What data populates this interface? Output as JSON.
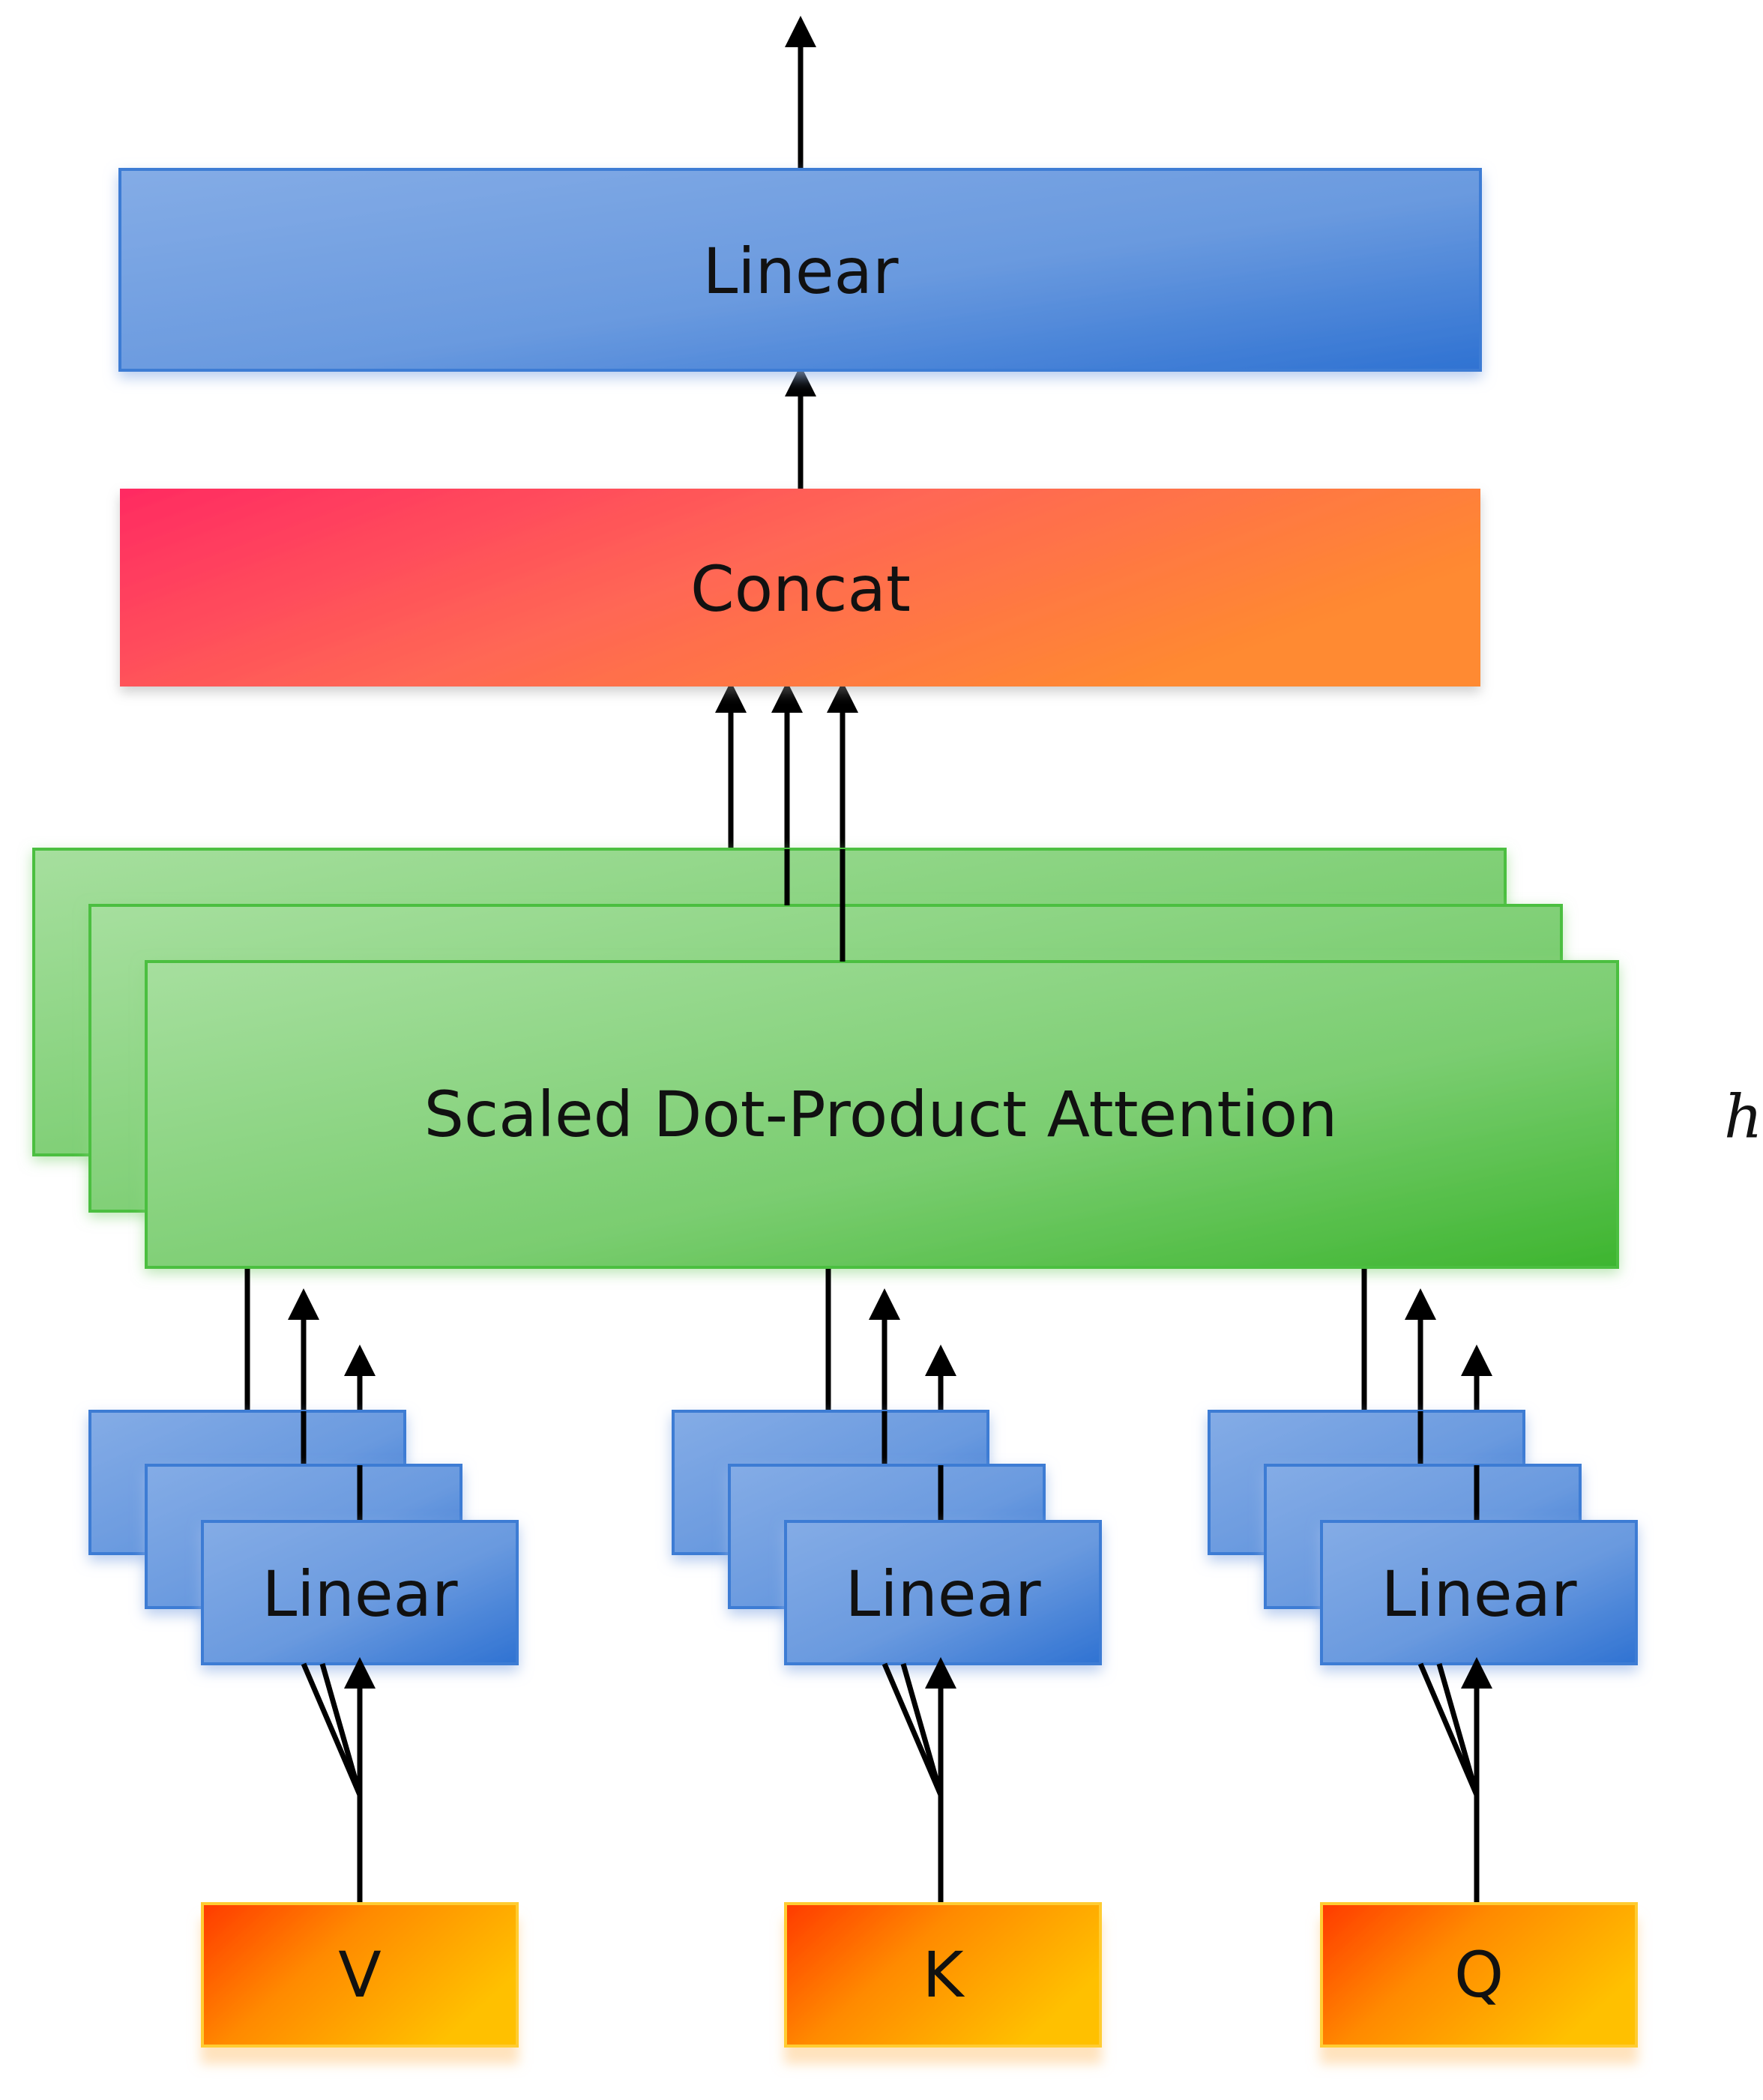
{
  "output_linear": {
    "label": "Linear"
  },
  "concat": {
    "label": "Concat"
  },
  "attention": {
    "label": "Scaled Dot-Product Attention",
    "heads_label": "h"
  },
  "projections": [
    {
      "label": "Linear",
      "input": "V"
    },
    {
      "label": "Linear",
      "input": "K"
    },
    {
      "label": "Linear",
      "input": "Q"
    }
  ],
  "colors": {
    "linear_light": "#84ACE6",
    "linear_dark": "#2F72D2",
    "concat_left": "#FF2A62",
    "concat_right": "#FF8A30",
    "attention_light": "#96D98F",
    "attention_dark": "#3DB52F",
    "input_left": "#FF3A00",
    "input_right": "#FFC000"
  }
}
